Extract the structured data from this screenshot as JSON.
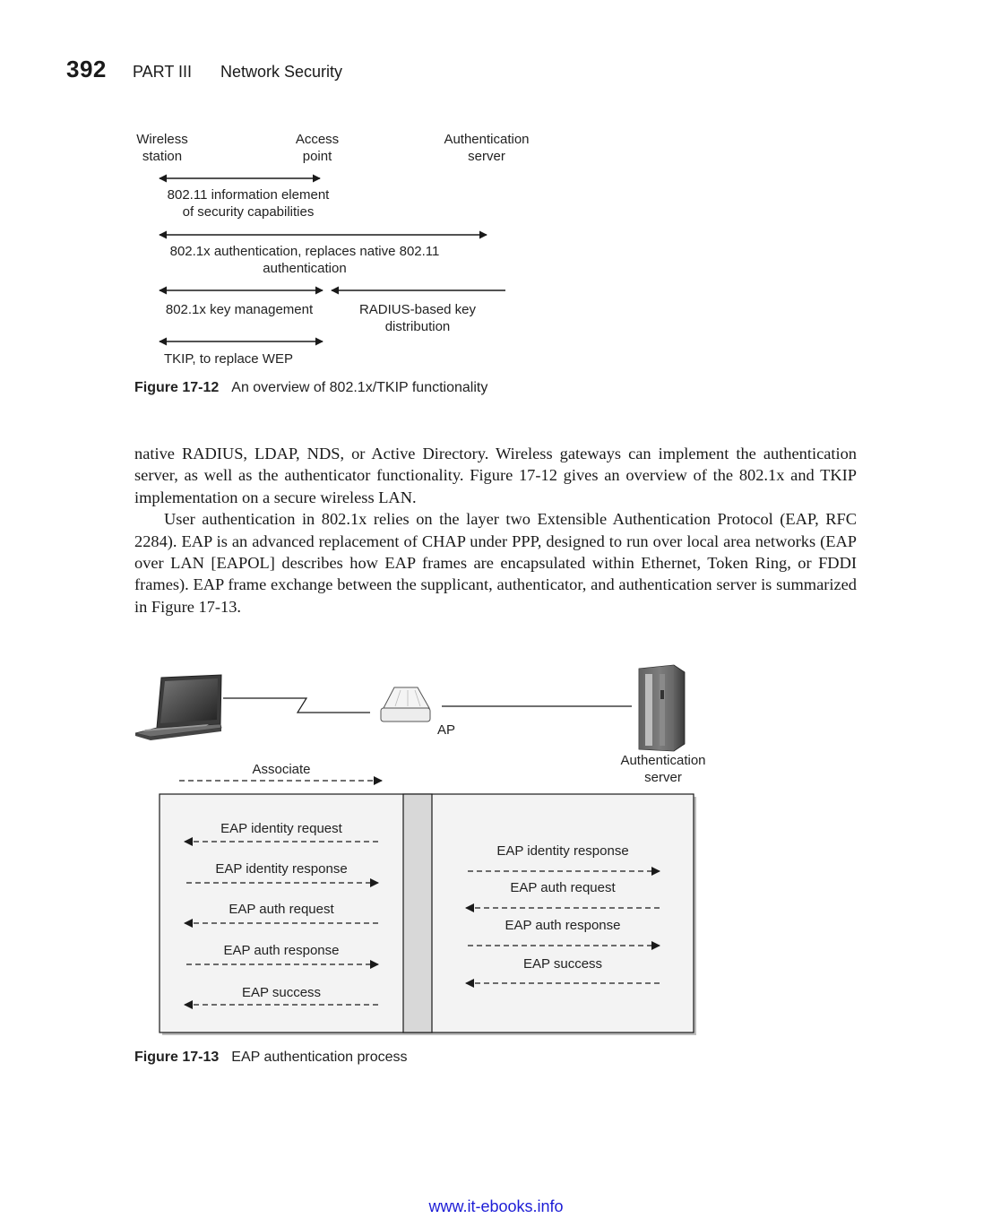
{
  "header": {
    "page_number": "392",
    "part": "PART III",
    "section": "Network Security"
  },
  "figure_12": {
    "labels": {
      "wireless_station": [
        "Wireless",
        "station"
      ],
      "access_point": [
        "Access",
        "point"
      ],
      "authentication_server": [
        "Authentication",
        "server"
      ]
    },
    "rows": [
      [
        "802.11 information element",
        "of security capabilities"
      ],
      [
        "802.1x authentication, replaces native 802.11",
        "authentication"
      ],
      [
        "802.1x key management"
      ],
      [
        "RADIUS-based key",
        "distribution"
      ],
      [
        "TKIP, to replace WEP"
      ]
    ],
    "caption_number": "Figure 17-12",
    "caption_text": "An overview of 802.1x/TKIP functionality"
  },
  "body": {
    "paragraph_1": "native RADIUS, LDAP, NDS, or Active Directory. Wireless gateways can implement the authentication server, as well as the authenticator functionality. Figure 17-12 gives an overview of the 802.1x and TKIP implementation on a secure wireless LAN.",
    "paragraph_2": "User authentication in 802.1x relies on the layer two Extensible Authentication Protocol (EAP, RFC 2284). EAP is an advanced replacement of CHAP under PPP, designed to run over local area networks (EAP over LAN [EAPOL] describes how EAP frames are encapsulated within Ethernet, Token Ring, or FDDI frames). EAP frame exchange between the supplicant, authenticator, and authentication server is summarized in Figure 17-13."
  },
  "figure_13": {
    "ap_label": "AP",
    "server_label": [
      "Authentication",
      "server"
    ],
    "associate_label": "Associate",
    "left_messages": [
      "EAP identity request",
      "EAP identity response",
      "EAP auth request",
      "EAP auth response",
      "EAP success"
    ],
    "right_messages": [
      "EAP identity response",
      "EAP auth request",
      "EAP auth response",
      "EAP success"
    ],
    "caption_number": "Figure 17-13",
    "caption_text": "EAP authentication process"
  },
  "footer": {
    "url": "www.it-ebooks.info"
  }
}
